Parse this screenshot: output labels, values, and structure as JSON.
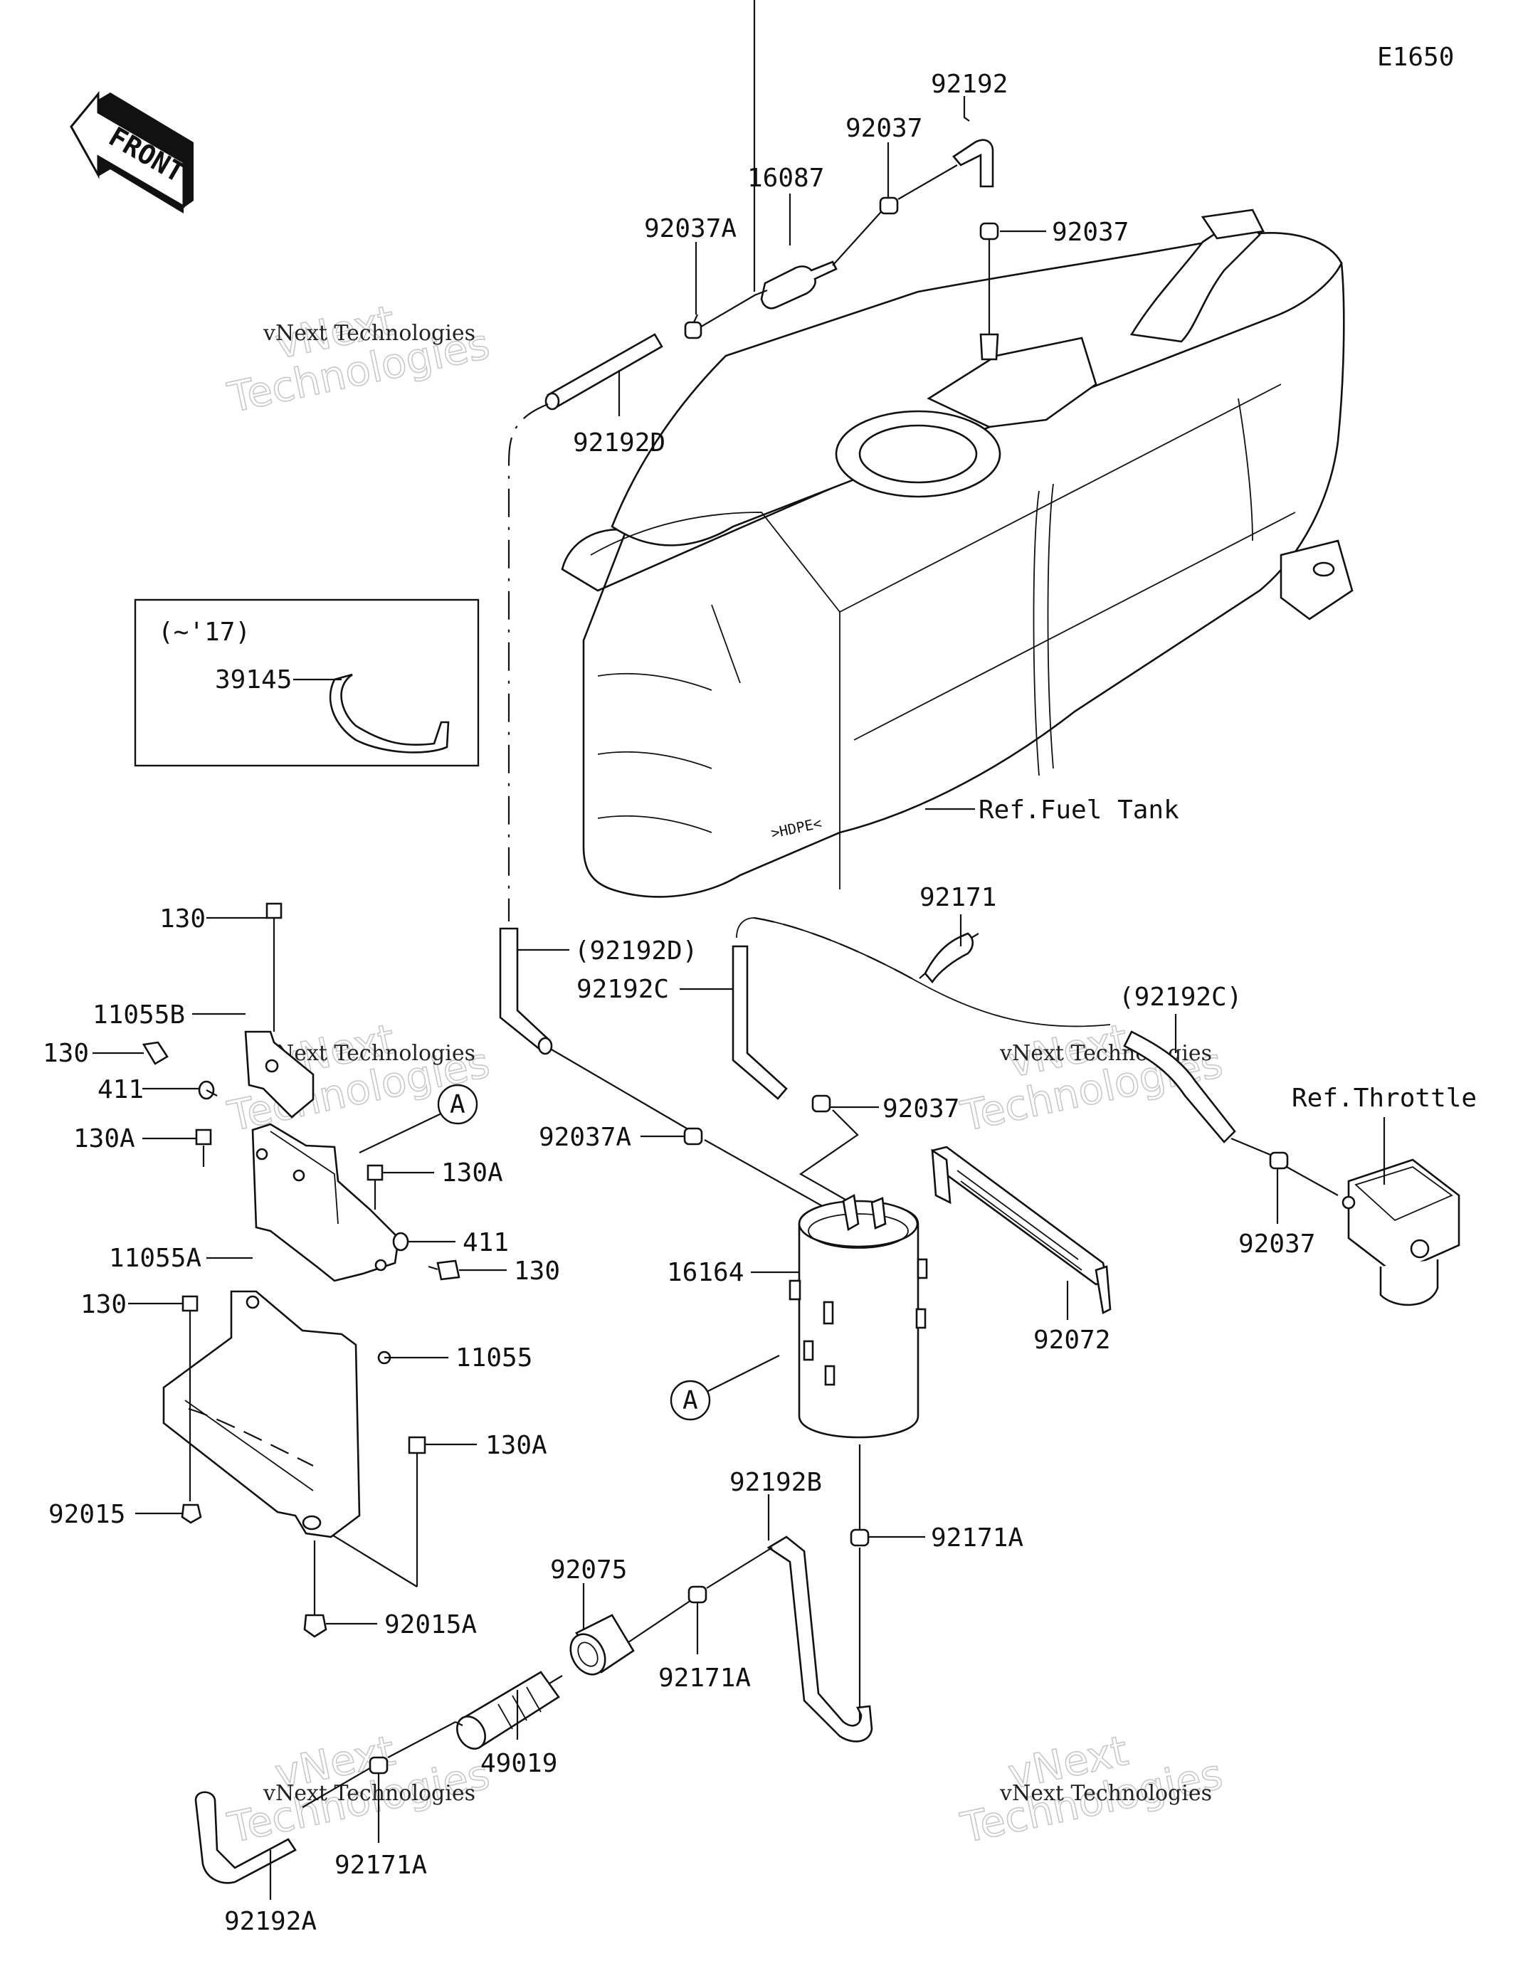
{
  "diagram_code": "E1650",
  "front_label": "FRONT",
  "inset_note": "(~'17)",
  "watermark": {
    "small": "vNext Technologies",
    "big_top": "vNext",
    "big_bottom": "Technologies"
  },
  "callouts": {
    "c_92192": "92192",
    "c_92037_a": "92037",
    "c_16087": "16087",
    "c_92037A_top": "92037A",
    "c_92037_b": "92037",
    "c_92192D": "92192D",
    "c_39145": "39145",
    "c_ref_tank": "Ref.Fuel Tank",
    "c_92171": "92171",
    "c_92192D_p": "(92192D)",
    "c_92192C_p": "(92192C)",
    "c_92192C": "92192C",
    "c_92037_c": "92037",
    "c_ref_throttle": "Ref.Throttle",
    "c_92037A_mid": "92037A",
    "c_92037_d": "92037",
    "c_130_a": "130",
    "c_11055B": "11055B",
    "c_130_b": "130",
    "c_411_a": "411",
    "c_130A_a": "130A",
    "c_130A_b": "130A",
    "c_411_b": "411",
    "c_130_c": "130",
    "c_11055A": "11055A",
    "c_16164": "16164",
    "c_92072": "92072",
    "c_130_d": "130",
    "c_11055": "11055",
    "c_130A_c": "130A",
    "c_A_left": "A",
    "c_A_canister": "A",
    "c_92015": "92015",
    "c_92015A": "92015A",
    "c_92192B": "92192B",
    "c_92171A_a": "92171A",
    "c_92075": "92075",
    "c_92171A_b": "92171A",
    "c_49019": "49019",
    "c_92171A_c": "92171A",
    "c_92192A": "92192A"
  }
}
